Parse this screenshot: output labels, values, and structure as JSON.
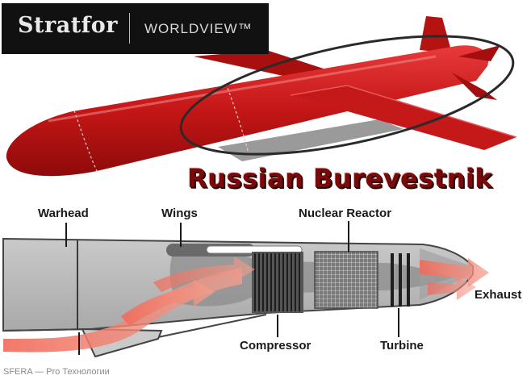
{
  "logo": {
    "brand": "Stratfor",
    "product": "WORLDVIEW™"
  },
  "title": "Russian Burevestnik",
  "labels": {
    "warhead": "Warhead",
    "wings": "Wings",
    "reactor": "Nuclear Reactor",
    "compressor": "Compressor",
    "turbine": "Turbine",
    "exhaust": "Exhaust"
  },
  "caption": "SFERA — Pro Технологии",
  "colors": {
    "missile_red": "#cc1a1a",
    "title_red": "#7a0a0a",
    "airflow": "#f08070",
    "body_gray": "#bdbdbd"
  }
}
